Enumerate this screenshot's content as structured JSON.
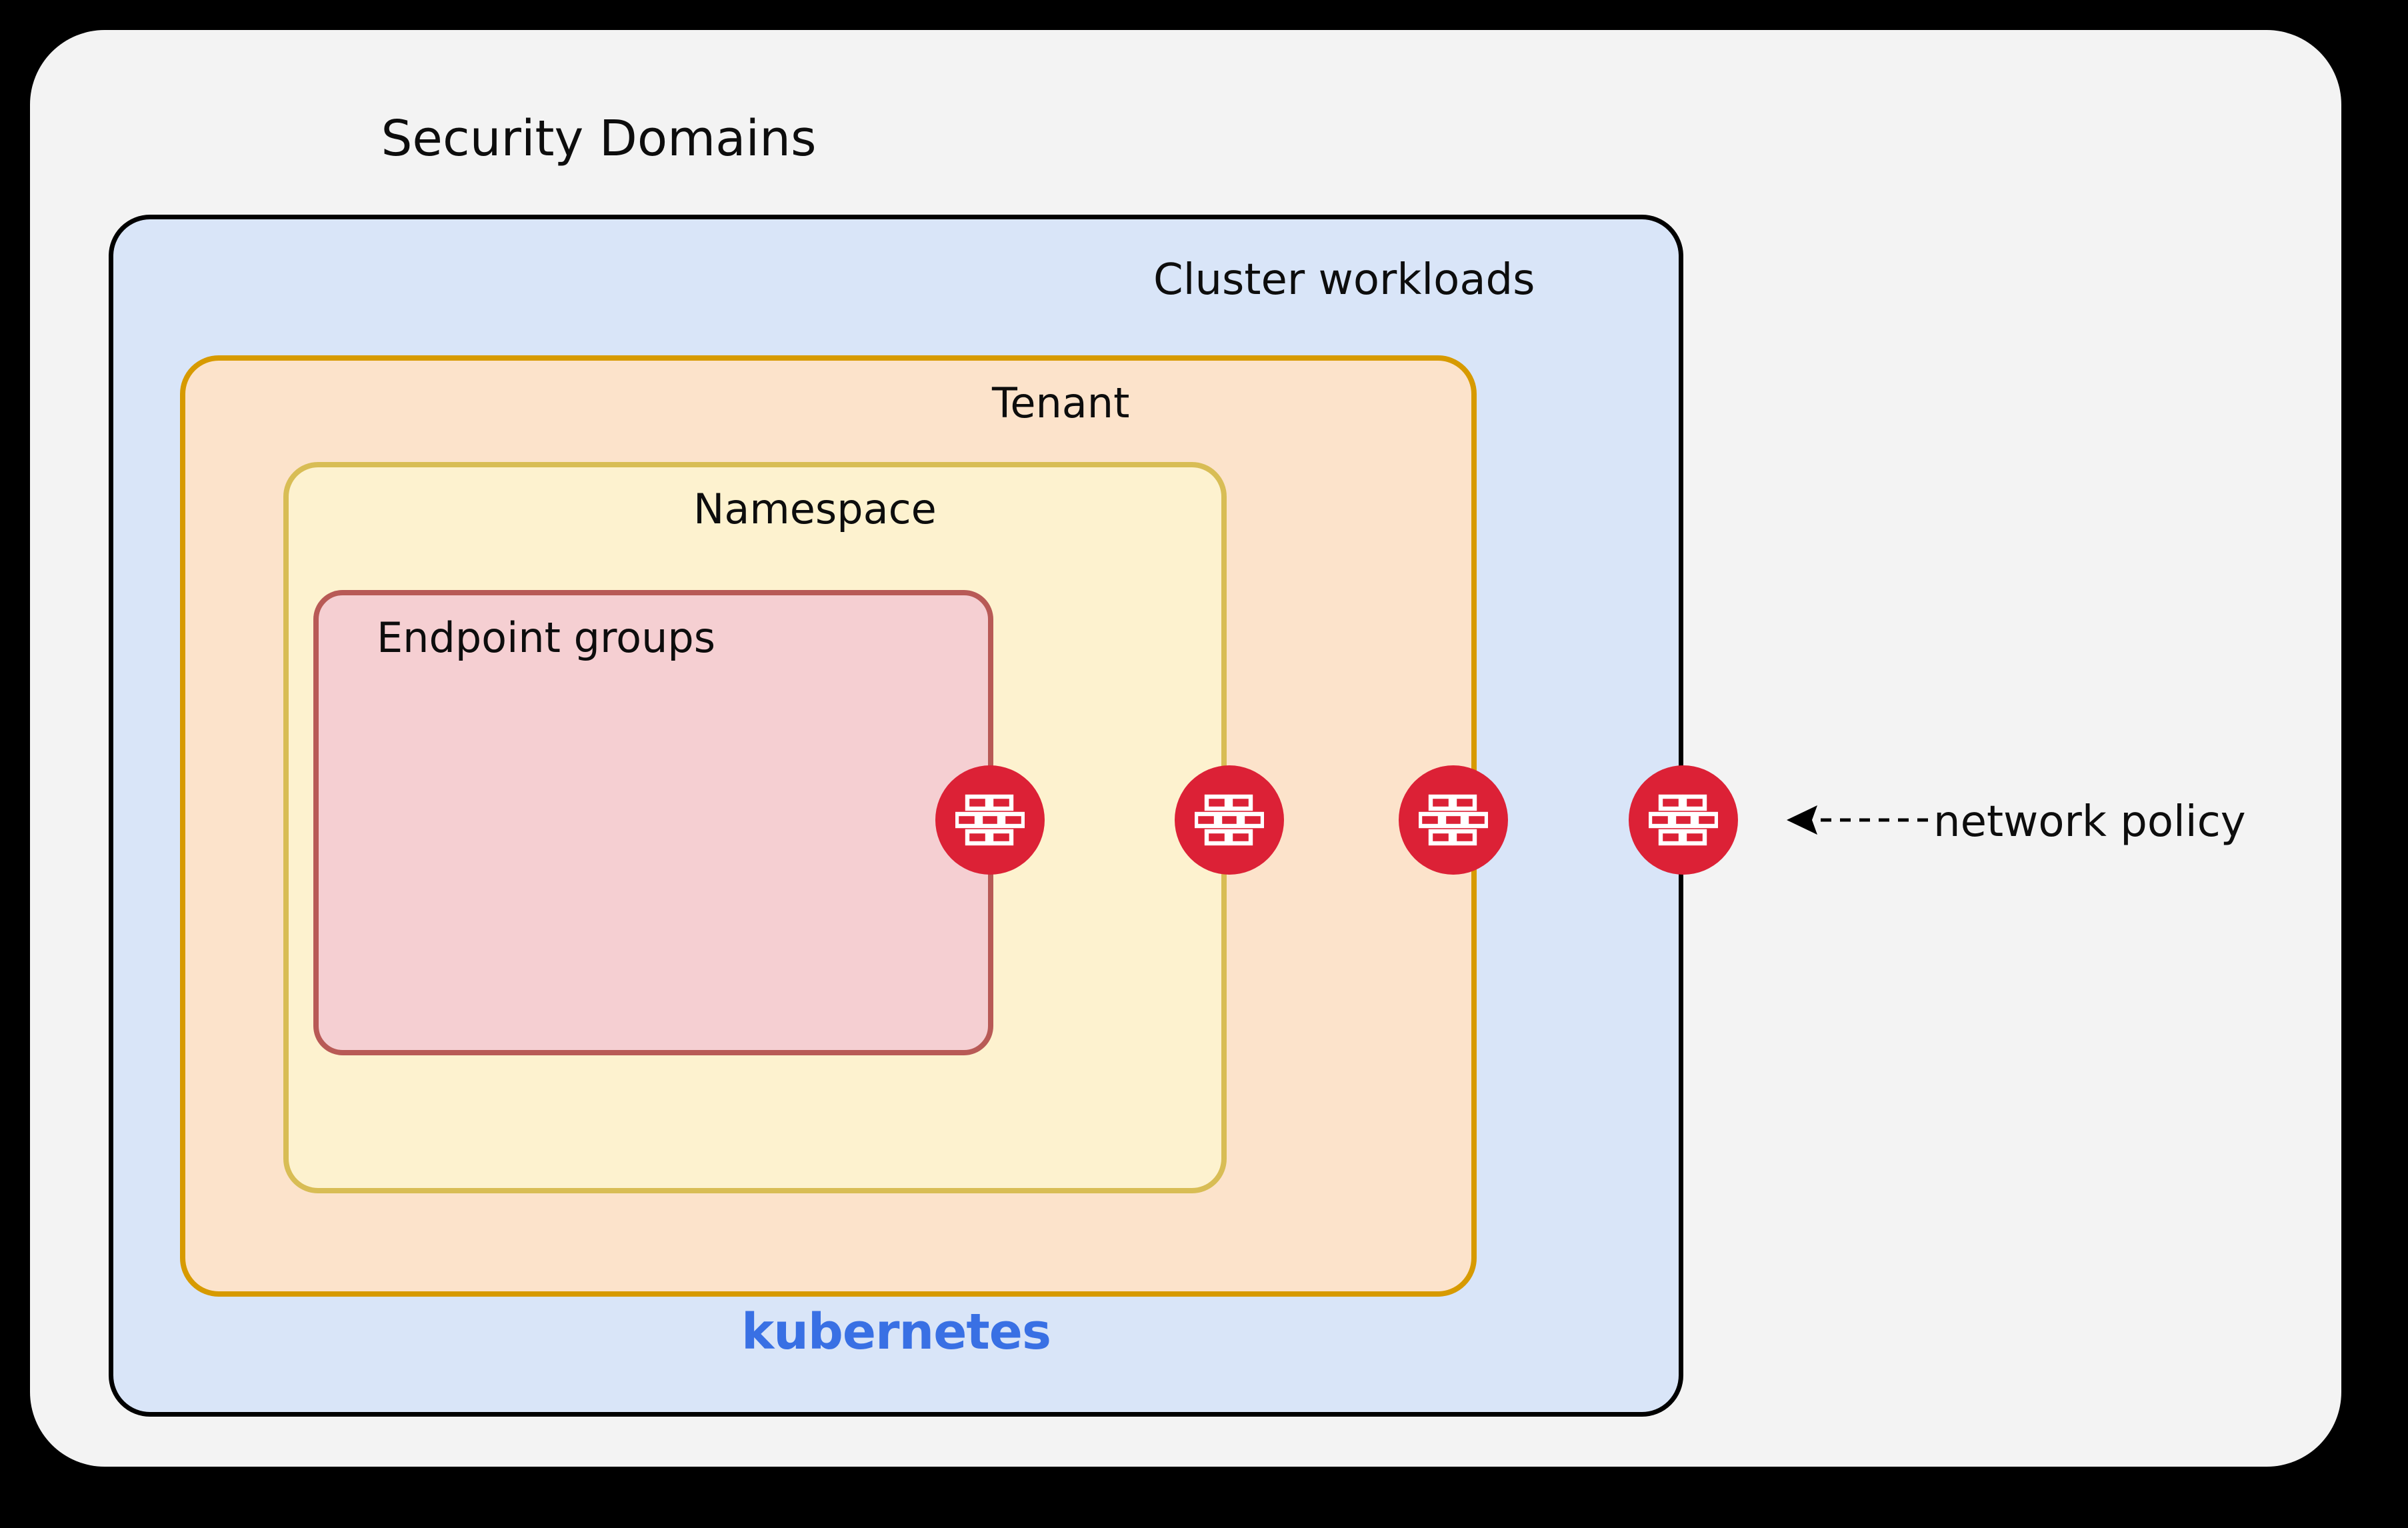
{
  "diagram": {
    "title": "Security Domains",
    "background_color": "#000000",
    "panel_color": "#f3f3f3",
    "domains": [
      {
        "id": "cluster-workloads",
        "label": "Cluster workloads",
        "fill": "#d9e5f8",
        "stroke": "#000000",
        "platform_label": "kubernetes",
        "platform_color": "#3970e4"
      },
      {
        "id": "tenant",
        "label": "Tenant",
        "fill": "#fce3cb",
        "stroke": "#d79a00"
      },
      {
        "id": "namespace",
        "label": "Namespace",
        "fill": "#fdf2cf",
        "stroke": "#d8bd55"
      },
      {
        "id": "endpoint-groups",
        "label": "Endpoint groups",
        "fill": "#f5cfd2",
        "stroke": "#b85a56"
      }
    ],
    "policy_markers": {
      "count": 4,
      "icon": "firewall-brick-wall-icon",
      "color": "#dc2136",
      "glyph_color": "#ffffff"
    },
    "annotation": {
      "label": "network policy",
      "arrow_style": "dashed-left-arrow",
      "arrow_color": "#000000"
    }
  }
}
